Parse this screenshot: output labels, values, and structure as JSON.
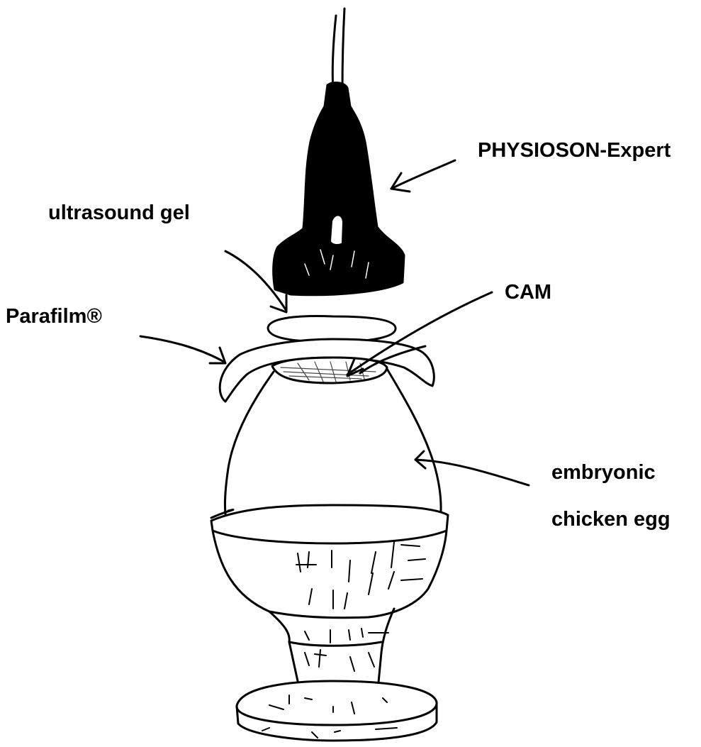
{
  "diagram": {
    "labels": {
      "probe": "PHYSIOSON-Expert",
      "gel": "ultrasound gel",
      "cam": "CAM",
      "parafilm": "Parafilm®",
      "egg_line1": "embryonic",
      "egg_line2": "chicken egg"
    },
    "colors": {
      "ink": "#000000",
      "paper": "#ffffff",
      "hatch": "#444444"
    }
  }
}
